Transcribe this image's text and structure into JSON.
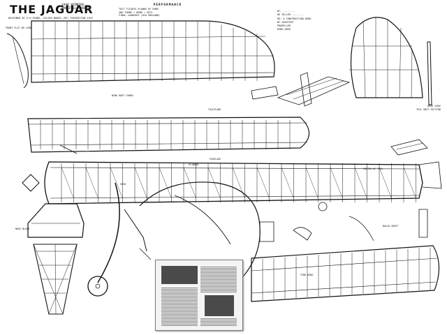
{
  "plan": {
    "title": "THE JAGUAR",
    "subtitle": [
      "1948 WINNING",
      "WAKEFIELD MODEL"
    ],
    "designer_line": "DESIGNED BY E.H.EVANS. SILVER WOODS (DP) EXHIBITION 1947",
    "performance": {
      "heading": "PERFORMANCE",
      "lines": [
        "TEST FLIGHTS PLANKS OF RUNS",
        "400 TURNS = WIND = SECS",
        "FINAL LAUNCHES (OLD ENGLAND)"
      ]
    },
    "specs": [
      "WT. ........ ",
      "RE ZELLER  ........",
      "RE: A CONSTRUCTING WING",
      "WT AIRSTRIP",
      "PROPELLER",
      "WING AREA"
    ],
    "notes": {
      "front_flat": "FRONT FLAT ON LINE",
      "wing_root": "WING ROOT CHORD",
      "tailplane": "TAILPLANE",
      "fuselage": "FUSELAGE",
      "tail_unit_section": "TAIL UNIT SECTION",
      "rear_view": "REAR VIEW",
      "plywood": "PLYWOOD",
      "sketch": "SKETCH OF TAIL",
      "balsa_sheet": "BALSA SHEET",
      "stbd_wing": "STBD WING",
      "nose_block": "NOSE BLOCK",
      "skid": "SKID"
    },
    "inset": {
      "kind": "magazine-article-preview"
    }
  }
}
